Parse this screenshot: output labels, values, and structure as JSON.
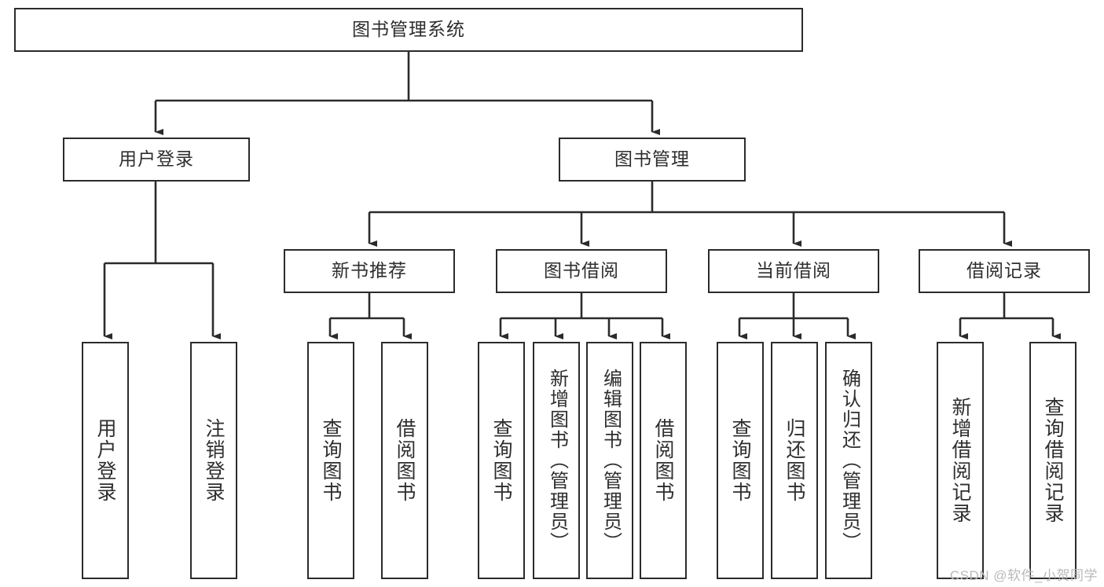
{
  "diagram": {
    "title": "图书管理系统",
    "type": "tree-hierarchy",
    "colors": {
      "box_border": "#2b2b2b",
      "box_fill": "#ffffff",
      "text": "#2e2e2e",
      "connector": "#2b2b2b",
      "watermark": "#b9b9b9",
      "background": "#ffffff"
    },
    "root": {
      "label": "图书管理系统"
    },
    "level2": [
      {
        "id": "user-login",
        "label": "用户登录"
      },
      {
        "id": "book-manage",
        "label": "图书管理"
      }
    ],
    "level3": [
      {
        "id": "new-book-recommend",
        "label": "新书推荐"
      },
      {
        "id": "book-borrow",
        "label": "图书借阅"
      },
      {
        "id": "current-borrow",
        "label": "当前借阅"
      },
      {
        "id": "borrow-record",
        "label": "借阅记录"
      }
    ],
    "leaves": [
      {
        "id": "leaf-user-login",
        "label": "用户登录",
        "parent": "user-login"
      },
      {
        "id": "leaf-user-logout",
        "label": "注销登录",
        "parent": "user-login"
      },
      {
        "id": "leaf-query-book-1",
        "label": "查询图书",
        "parent": "new-book-recommend"
      },
      {
        "id": "leaf-borrow-book-1",
        "label": "借阅图书",
        "parent": "new-book-recommend"
      },
      {
        "id": "leaf-query-book-2",
        "label": "查询图书",
        "parent": "book-borrow"
      },
      {
        "id": "leaf-add-book",
        "label": "新增图书（管理员）",
        "parent": "book-borrow"
      },
      {
        "id": "leaf-edit-book",
        "label": "编辑图书（管理员）",
        "parent": "book-borrow"
      },
      {
        "id": "leaf-borrow-book-2",
        "label": "借阅图书",
        "parent": "book-borrow"
      },
      {
        "id": "leaf-query-book-3",
        "label": "查询图书",
        "parent": "current-borrow"
      },
      {
        "id": "leaf-return-book",
        "label": "归还图书",
        "parent": "current-borrow"
      },
      {
        "id": "leaf-confirm-return",
        "label": "确认归还（管理员）",
        "parent": "current-borrow"
      },
      {
        "id": "leaf-add-record",
        "label": "新增借阅记录",
        "parent": "borrow-record"
      },
      {
        "id": "leaf-query-record",
        "label": "查询借阅记录",
        "parent": "borrow-record"
      }
    ],
    "watermark": "CSDN @软件_小贺同学"
  }
}
